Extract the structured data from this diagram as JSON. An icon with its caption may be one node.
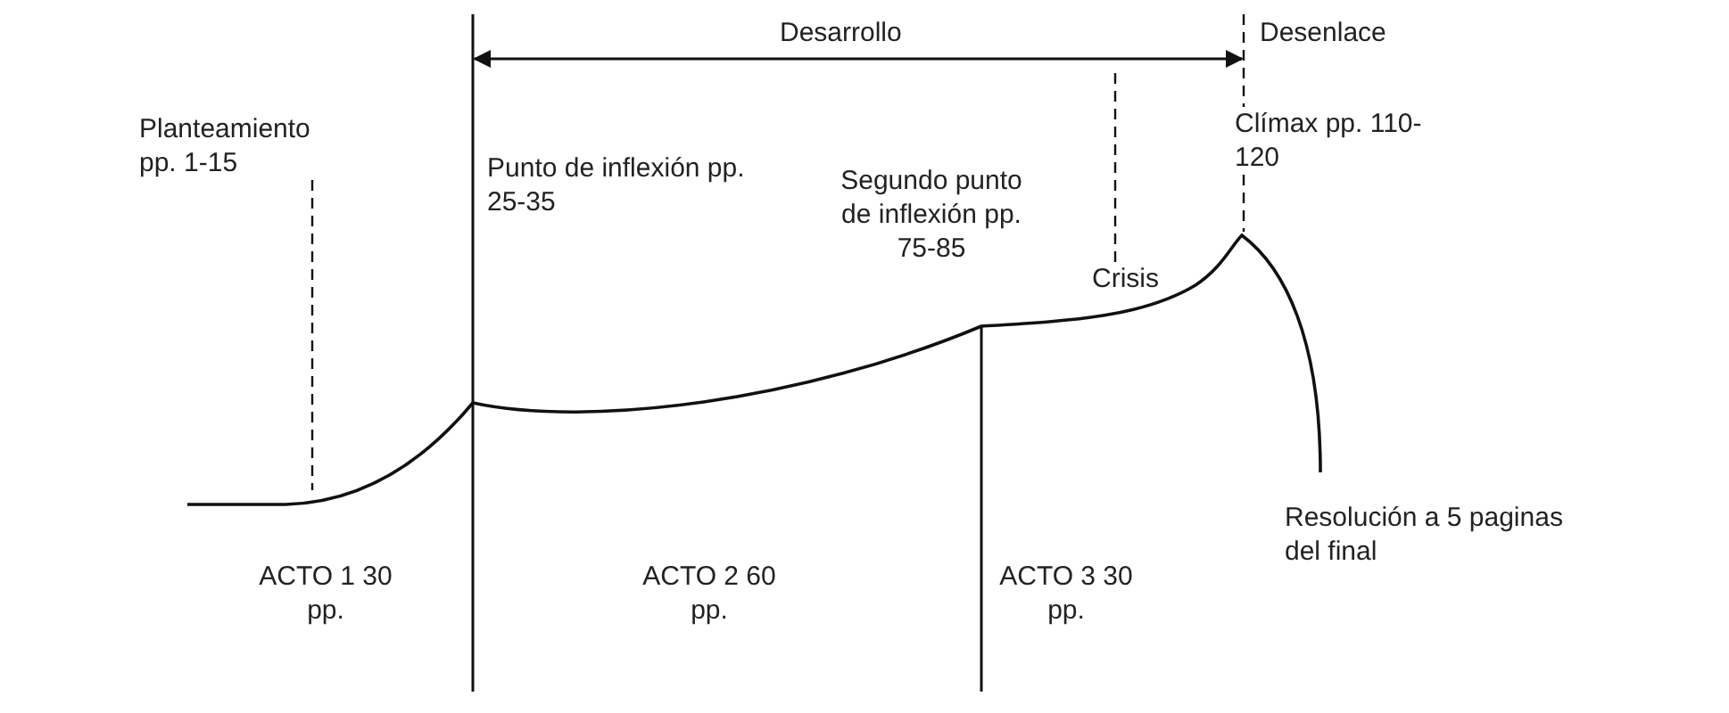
{
  "diagram": {
    "nodes": [
      {
        "text": [
          "Planteamiento pp. 1-15"
        ]
      },
      {
        "text": [
          "Crisis"
        ]
      },
      {
        "text": [
          "Clímax pp. 110-120"
        ]
      }
    ],
    "edges": [
      {
        "from": 0,
        "to": null,
        "arrow": "none",
        "style": "dashed"
      },
      {
        "from": 1,
        "to": null,
        "arrow": "none",
        "style": "dashed"
      },
      {
        "from": 2,
        "to": null,
        "arrow": "none",
        "style": "dashed"
      }
    ],
    "labels": [
      "Desarrollo",
      "Desenlace",
      "Punto de inflexión pp. 25-35",
      "Segundo punto de inflexión pp. 75-85",
      "Resolución a 5 paginas del final",
      "ACTO 1 30 pp.",
      "ACTO 2 60 pp.",
      "ACTO 3 30 pp."
    ]
  }
}
